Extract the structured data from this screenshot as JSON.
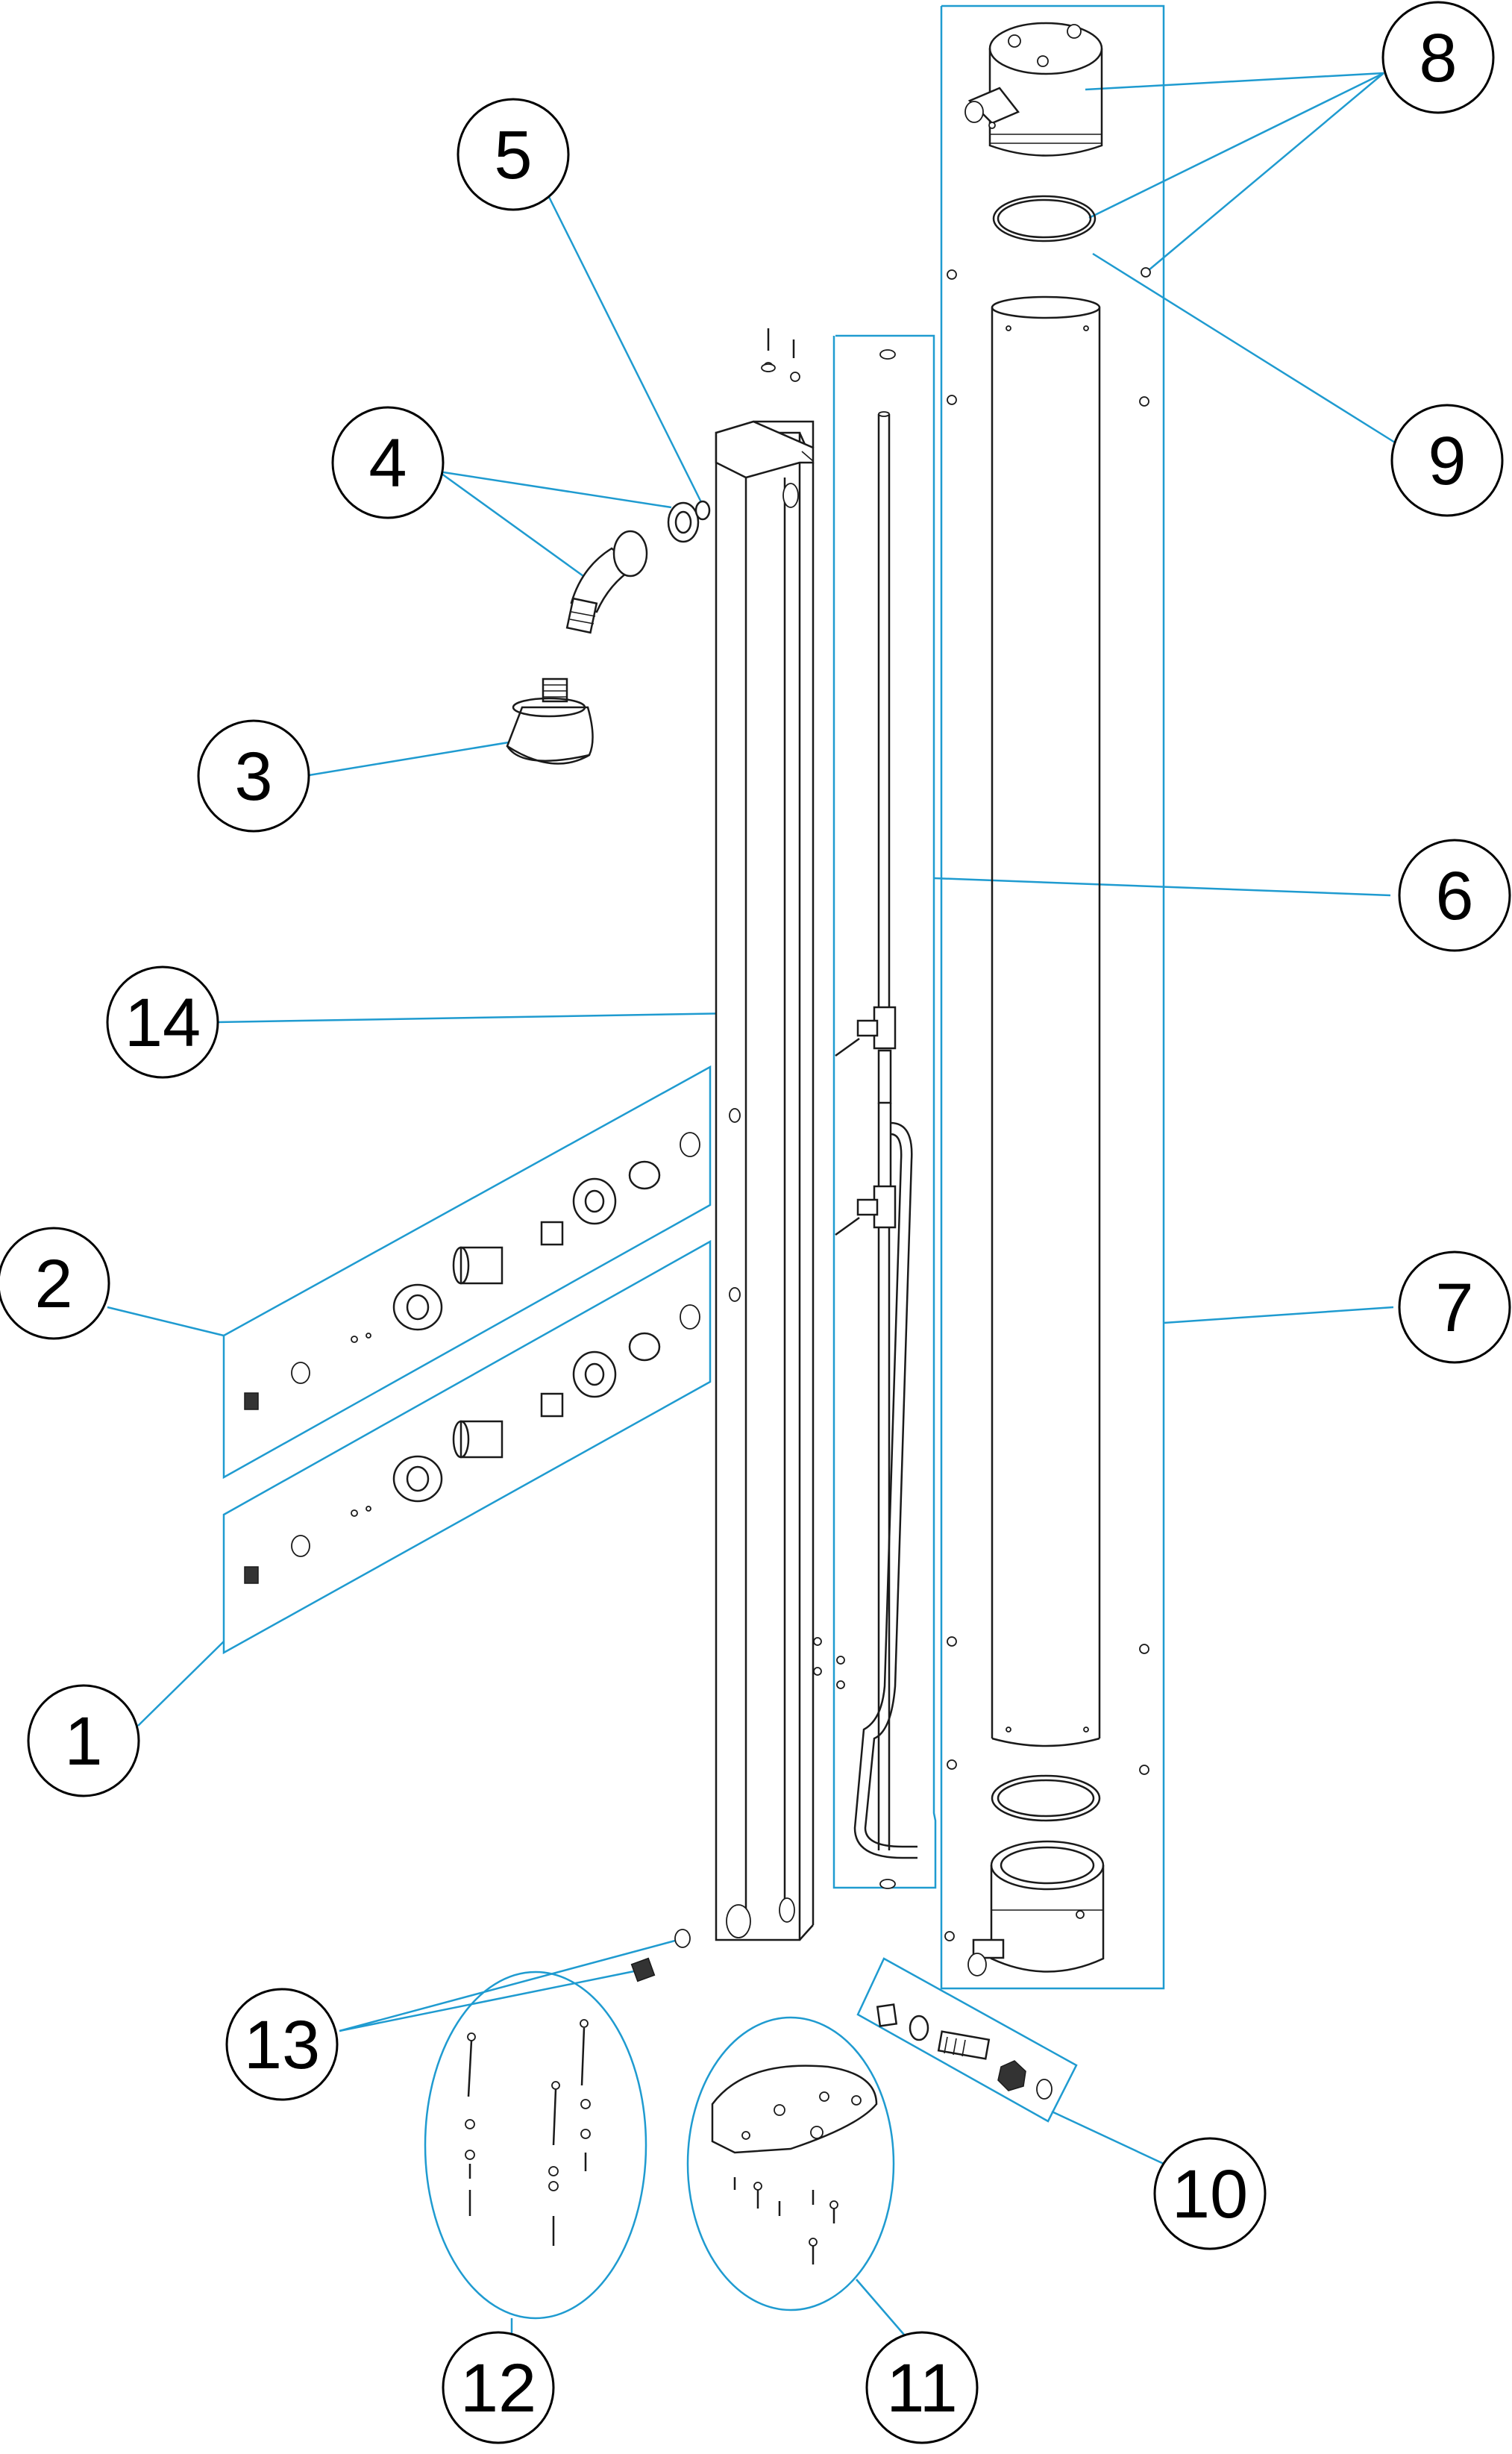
{
  "accent_color": "#1f9bd0",
  "callouts": [
    {
      "label": "1"
    },
    {
      "label": "2"
    },
    {
      "label": "3"
    },
    {
      "label": "4"
    },
    {
      "label": "5"
    },
    {
      "label": "6"
    },
    {
      "label": "7"
    },
    {
      "label": "8"
    },
    {
      "label": "9"
    },
    {
      "label": "10"
    },
    {
      "label": "11"
    },
    {
      "label": "12"
    },
    {
      "label": "13"
    },
    {
      "label": "14"
    }
  ]
}
